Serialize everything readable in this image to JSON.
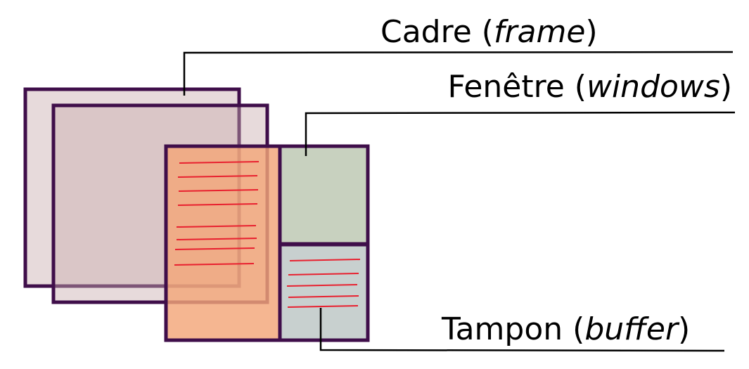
{
  "labels": {
    "frame": {
      "word": "Cadre",
      "term": "frame"
    },
    "window": {
      "word": "Fenêtre",
      "term": "windows"
    },
    "buffer": {
      "word": "Tampon",
      "term": "buffer"
    }
  },
  "colors": {
    "border": "#3f0e4a",
    "frame_fill": "#c9aeb0",
    "window_area_fill": "#f3a679",
    "window_top_fill": "#c8d1bf",
    "buffer_fill": "#c8d0cf",
    "text_lines": "#e8202f",
    "leader": "#000000"
  }
}
